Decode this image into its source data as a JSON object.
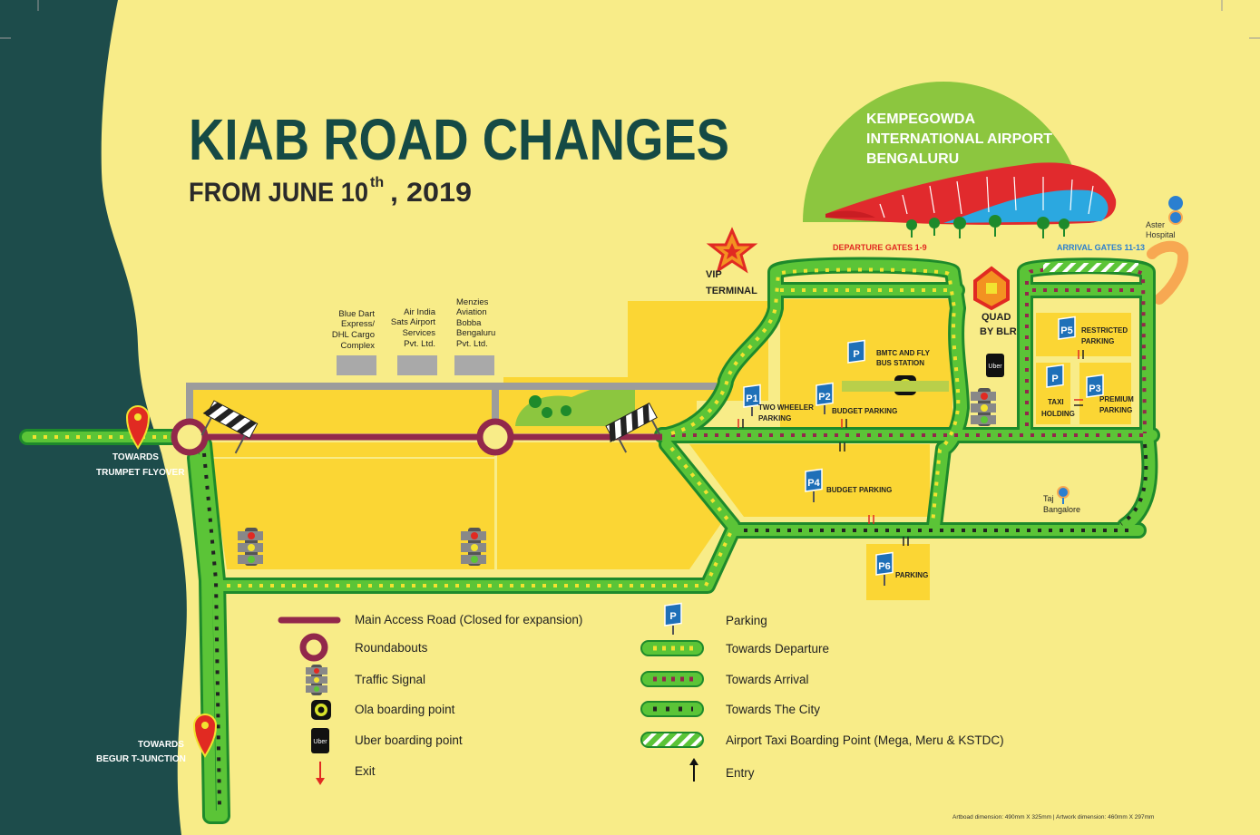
{
  "title": {
    "main": "KIAB ROAD CHANGES",
    "sub_prefix": "FROM JUNE 10",
    "sub_sup": "th",
    "sub_suffix": ", 2019"
  },
  "airport": {
    "line1": "KEMPEGOWDA",
    "line2": "INTERNATIONAL AIRPORT",
    "line3": "BENGALURU",
    "departure_gates": "DEPARTURE GATES 1-9",
    "arrival_gates": "ARRIVAL GATES 11-13"
  },
  "places": {
    "aster_line1": "Aster",
    "aster_line2": "Hospital",
    "vip_line1": "VIP",
    "vip_line2": "TERMINAL",
    "quad_line1": "QUAD",
    "quad_line2": "BY BLR",
    "taj_line1": "Taj",
    "taj_line2": "Bangalore",
    "towards_trumpet_line1": "TOWARDS",
    "towards_trumpet_line2": "TRUMPET FLYOVER",
    "towards_begur_line1": "TOWARDS",
    "towards_begur_line2": "BEGUR T-JUNCTION",
    "bluedart_line1": "Blue Dart",
    "bluedart_line2": "Express/",
    "bluedart_line3": "DHL Cargo",
    "bluedart_line4": "Complex",
    "airindia_line1": "Air India",
    "airindia_line2": "Sats Airport",
    "airindia_line3": "Services",
    "airindia_line4": "Pvt. Ltd.",
    "menzies_line1": "Menzies",
    "menzies_line2": "Aviation",
    "menzies_line3": "Bobba",
    "menzies_line4": "Bengaluru",
    "menzies_line5": "Pvt. Ltd.",
    "bmtc_line1": "BMTC AND FLY",
    "bmtc_line2": "BUS STATION",
    "uber_badge": "Uber"
  },
  "parking": {
    "p1_code": "P1",
    "p1_line1": "TWO WHEELER",
    "p1_line2": "PARKING",
    "p2_code": "P2",
    "p2_label": "BUDGET PARKING",
    "p3_code": "P3",
    "p3_line1": "PREMIUM",
    "p3_line2": "PARKING",
    "p4_code": "P4",
    "p4_label": "BUDGET PARKING",
    "p5_code": "P5",
    "p5_line1": "RESTRICTED",
    "p5_line2": "PARKING",
    "p6_code": "P6",
    "p6_label": "PARKING",
    "taxi_line1": "TAXI",
    "taxi_line2": "HOLDING"
  },
  "legend": {
    "main_access_road": "Main Access Road (Closed for expansion)",
    "roundabouts": "Roundabouts",
    "traffic_signal": "Traffic Signal",
    "ola": "Ola boarding point",
    "uber": "Uber boarding point",
    "exit": "Exit",
    "parking": "Parking",
    "towards_departure": "Towards Departure",
    "towards_arrival": "Towards Arrival",
    "towards_city": "Towards The City",
    "taxi_boarding": "Airport Taxi Boarding Point (Mega, Meru & KSTDC)",
    "entry": "Entry"
  },
  "footer": "Artboad dimension: 490mm X 325mm  |  Artwork dimension: 460mm X 297mm",
  "colors": {
    "background": "#f8ec88",
    "block": "#fbd634",
    "sea": "#1d4c4b",
    "road_green": "#5bc437",
    "road_edge": "#1e8a2b",
    "maroon": "#92284b",
    "title": "#154a45",
    "arrow_yellow": "#f2e230",
    "arrow_red": "#92284b",
    "pin_red": "#e12a22",
    "parking_blue": "#1e70b8"
  }
}
